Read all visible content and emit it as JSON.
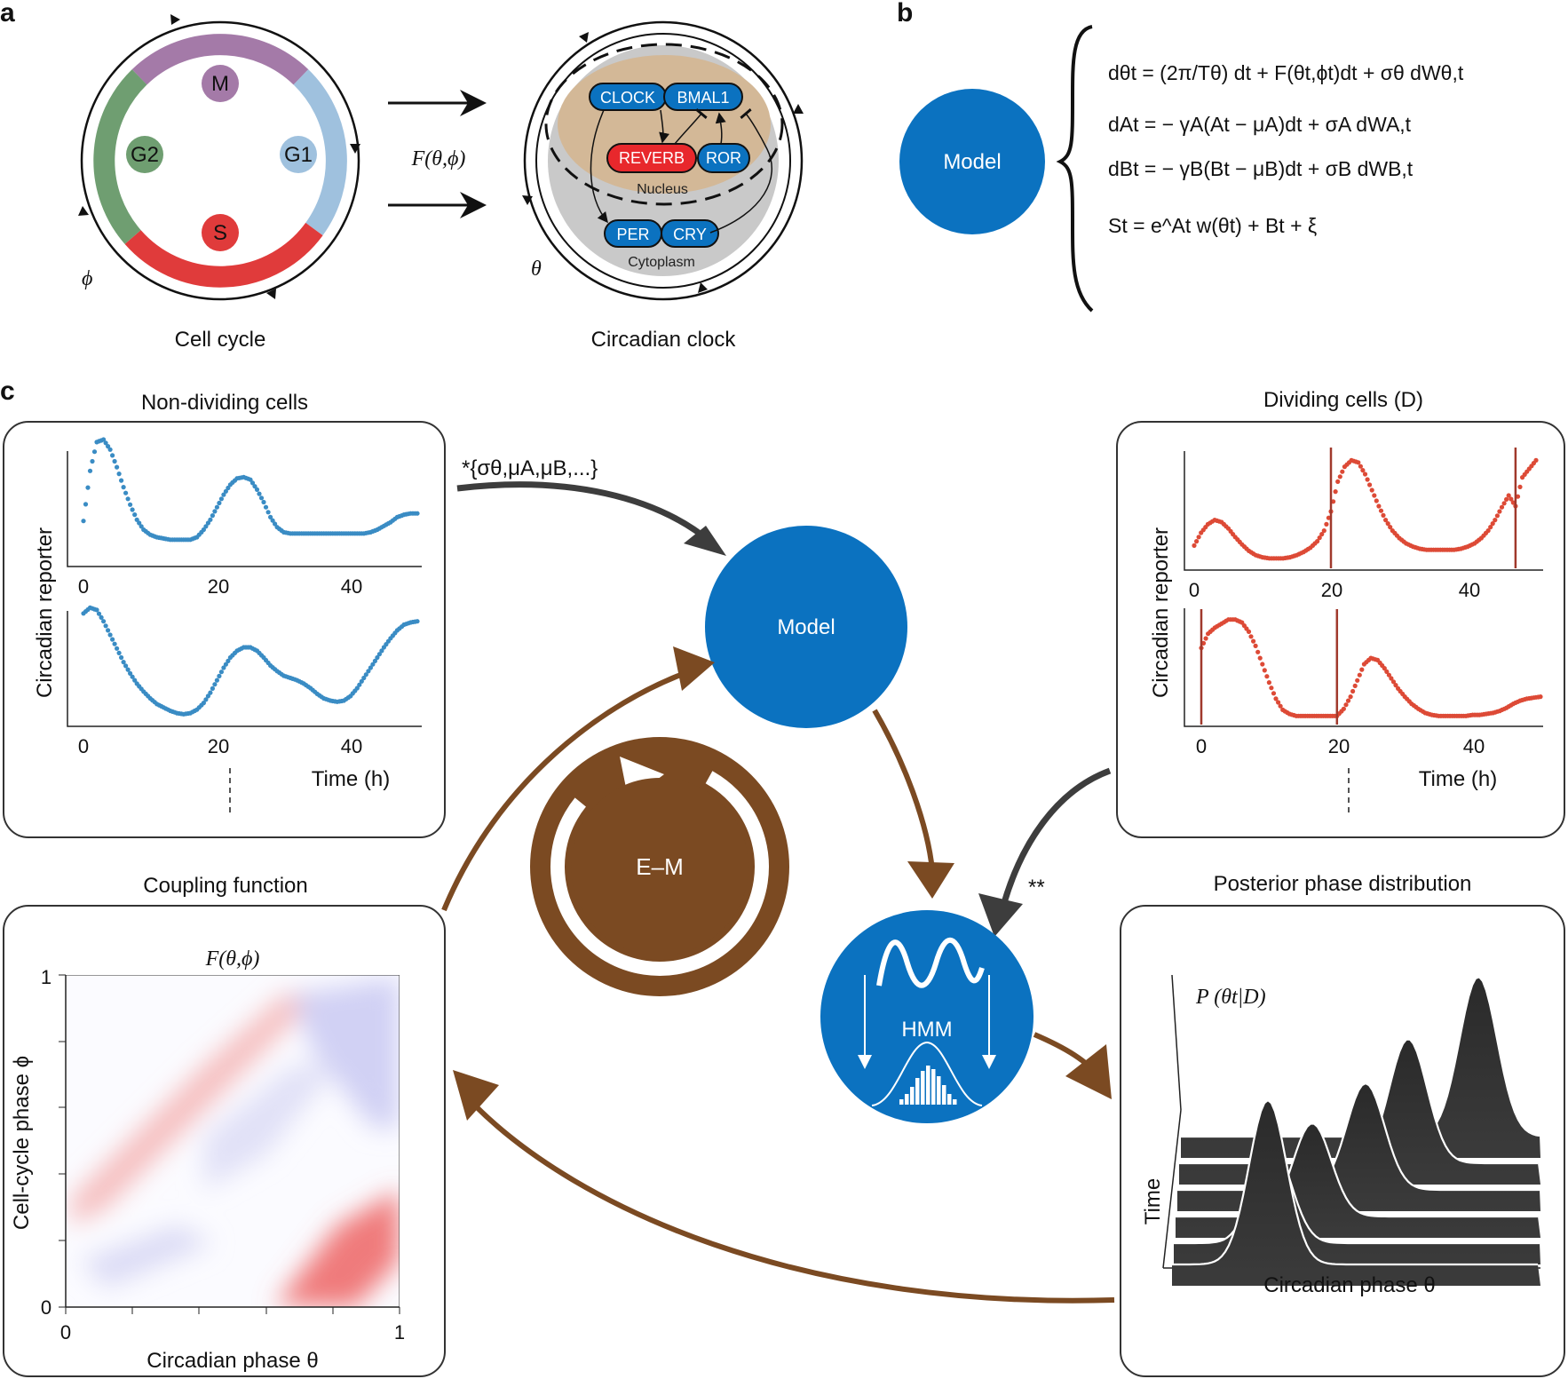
{
  "panels": {
    "a": "a",
    "b": "b",
    "c": "c"
  },
  "colors": {
    "blue": "#0b72c0",
    "brown": "#7b4a22",
    "dark": "#3d3d3d",
    "red": "#e03b3b",
    "green": "#6f9e71",
    "purple": "#a47aa8",
    "lightblue": "#9fc1de",
    "nucleus": "#d3b897",
    "cell": "#c9c9c9",
    "reverb": "#e8282c",
    "series_blue": "#3a8cc4",
    "series_red": "#dd4a36"
  },
  "cell_cycle": {
    "phases": {
      "m": "M",
      "g2": "G2",
      "g1": "G1",
      "s": "S"
    },
    "symbol": "ϕ",
    "caption": "Cell cycle"
  },
  "coupling_label": "F(θ,ϕ)",
  "clock": {
    "genes": {
      "clock": "CLOCK",
      "bmal1": "BMAL1",
      "reverb": "REVERB",
      "ror": "ROR",
      "per": "PER",
      "cry": "CRY"
    },
    "nucleus": "Nucleus",
    "cytoplasm": "Cytoplasm",
    "symbol": "θ",
    "caption": "Circadian clock"
  },
  "model": {
    "label": "Model",
    "equations": [
      "dθt = (2π/Tθ) dt + F(θt,ϕt)dt + σθ dWθ,t",
      "dAt = − γA(At − μA)dt + σA dWA,t",
      "dBt = − γB(Bt − μB)dt + σB dWB,t",
      "St = e^At w(θt) + Bt + ξ"
    ]
  },
  "non_dividing": {
    "title": "Non-dividing cells",
    "ylabel": "Circadian reporter",
    "xlabel": "Time (h)",
    "ticks": [
      "0",
      "20",
      "40"
    ]
  },
  "dividing": {
    "title": "Dividing cells (D)",
    "ylabel": "Circadian reporter",
    "xlabel": "Time (h)",
    "ticks": [
      "0",
      "20",
      "40"
    ]
  },
  "params_label": "*{σθ,μA,μB,...}",
  "em_label": "E–M",
  "hmm_label": "HMM",
  "double_star": "**",
  "coupling": {
    "title": "Coupling function",
    "subtitle": "F(θ,ϕ)",
    "xlabel": "Circadian phase θ",
    "ylabel": "Cell-cycle phase ϕ",
    "xticks": [
      "0",
      "1"
    ],
    "yticks": [
      "0",
      "1"
    ]
  },
  "posterior": {
    "title": "Posterior phase distribution",
    "label": "P (θt|D)",
    "ylabel": "Time",
    "xlabel": "Circadian phase θ"
  },
  "chart_data": [
    {
      "type": "scatter",
      "chart": "non-dividing-cell-1",
      "x": [
        0,
        1,
        2,
        3,
        4,
        5,
        6,
        7,
        8,
        9,
        10,
        11,
        12,
        13,
        14,
        15,
        16,
        17,
        18,
        19,
        20,
        21,
        22,
        23,
        24,
        25,
        26,
        27,
        28,
        29,
        30,
        31,
        32,
        33,
        34,
        35,
        36,
        37,
        38,
        39,
        40,
        41,
        42,
        43,
        44,
        45,
        46,
        47,
        48,
        49,
        50
      ],
      "y": [
        0.35,
        0.75,
        0.98,
        1.0,
        0.92,
        0.78,
        0.62,
        0.48,
        0.36,
        0.28,
        0.24,
        0.22,
        0.21,
        0.2,
        0.2,
        0.2,
        0.2,
        0.22,
        0.28,
        0.36,
        0.46,
        0.56,
        0.64,
        0.69,
        0.7,
        0.68,
        0.6,
        0.5,
        0.38,
        0.3,
        0.26,
        0.25,
        0.25,
        0.25,
        0.25,
        0.25,
        0.25,
        0.25,
        0.25,
        0.25,
        0.25,
        0.25,
        0.25,
        0.26,
        0.28,
        0.31,
        0.34,
        0.38,
        0.4,
        0.41,
        0.41
      ],
      "xlim": [
        0,
        50
      ],
      "ylim": [
        0,
        1.05
      ]
    },
    {
      "type": "scatter",
      "chart": "non-dividing-cell-2",
      "x": [
        0,
        1,
        2,
        3,
        4,
        5,
        6,
        7,
        8,
        9,
        10,
        11,
        12,
        13,
        14,
        15,
        16,
        17,
        18,
        19,
        20,
        21,
        22,
        23,
        24,
        25,
        26,
        27,
        28,
        29,
        30,
        31,
        32,
        33,
        34,
        35,
        36,
        37,
        38,
        39,
        40,
        41,
        42,
        43,
        44,
        45,
        46,
        47,
        48,
        49,
        50
      ],
      "y": [
        0.95,
        1.0,
        0.98,
        0.88,
        0.76,
        0.64,
        0.52,
        0.42,
        0.33,
        0.26,
        0.2,
        0.15,
        0.12,
        0.09,
        0.07,
        0.06,
        0.07,
        0.1,
        0.16,
        0.25,
        0.36,
        0.47,
        0.56,
        0.62,
        0.65,
        0.65,
        0.62,
        0.56,
        0.49,
        0.44,
        0.4,
        0.38,
        0.36,
        0.33,
        0.29,
        0.24,
        0.2,
        0.18,
        0.17,
        0.18,
        0.22,
        0.29,
        0.38,
        0.47,
        0.56,
        0.65,
        0.73,
        0.8,
        0.85,
        0.87,
        0.88
      ],
      "xlim": [
        0,
        50
      ],
      "ylim": [
        0,
        1.05
      ]
    },
    {
      "type": "scatter",
      "chart": "dividing-cell-1",
      "x": [
        0,
        1,
        2,
        3,
        4,
        5,
        6,
        7,
        8,
        9,
        10,
        11,
        12,
        13,
        14,
        15,
        16,
        17,
        18,
        19,
        20,
        21,
        22,
        23,
        24,
        25,
        26,
        27,
        28,
        29,
        30,
        31,
        32,
        33,
        34,
        35,
        36,
        37,
        38,
        39,
        40,
        41,
        42,
        43,
        44,
        45,
        46,
        47,
        48,
        49,
        50
      ],
      "y": [
        0.18,
        0.3,
        0.38,
        0.42,
        0.4,
        0.34,
        0.26,
        0.19,
        0.13,
        0.09,
        0.07,
        0.06,
        0.06,
        0.06,
        0.07,
        0.09,
        0.12,
        0.16,
        0.22,
        0.32,
        0.5,
        0.78,
        0.92,
        0.98,
        0.96,
        0.85,
        0.7,
        0.55,
        0.42,
        0.32,
        0.25,
        0.2,
        0.17,
        0.15,
        0.14,
        0.14,
        0.14,
        0.14,
        0.14,
        0.15,
        0.17,
        0.2,
        0.25,
        0.32,
        0.42,
        0.54,
        0.65,
        0.55,
        0.82,
        0.9,
        0.98
      ],
      "divisions": [
        20,
        47
      ],
      "xlim": [
        0,
        50
      ],
      "ylim": [
        0,
        1.05
      ]
    },
    {
      "type": "scatter",
      "chart": "dividing-cell-2",
      "x": [
        0,
        1,
        2,
        3,
        4,
        5,
        6,
        7,
        8,
        9,
        10,
        11,
        12,
        13,
        14,
        15,
        16,
        17,
        18,
        19,
        20,
        21,
        22,
        23,
        24,
        25,
        26,
        27,
        28,
        29,
        30,
        31,
        32,
        33,
        34,
        35,
        36,
        37,
        38,
        39,
        40,
        41,
        42,
        43,
        44,
        45,
        46,
        47,
        48,
        49,
        50
      ],
      "y": [
        0.72,
        0.86,
        0.92,
        0.96,
        1.0,
        1.0,
        0.97,
        0.88,
        0.74,
        0.56,
        0.38,
        0.22,
        0.11,
        0.07,
        0.05,
        0.05,
        0.05,
        0.05,
        0.05,
        0.05,
        0.05,
        0.12,
        0.24,
        0.4,
        0.56,
        0.62,
        0.6,
        0.52,
        0.42,
        0.32,
        0.24,
        0.17,
        0.12,
        0.08,
        0.06,
        0.05,
        0.05,
        0.05,
        0.05,
        0.05,
        0.06,
        0.06,
        0.07,
        0.08,
        0.1,
        0.13,
        0.17,
        0.2,
        0.22,
        0.23,
        0.24
      ],
      "divisions": [
        0,
        20
      ],
      "xlim": [
        0,
        50
      ],
      "ylim": [
        0,
        1.05
      ]
    }
  ]
}
